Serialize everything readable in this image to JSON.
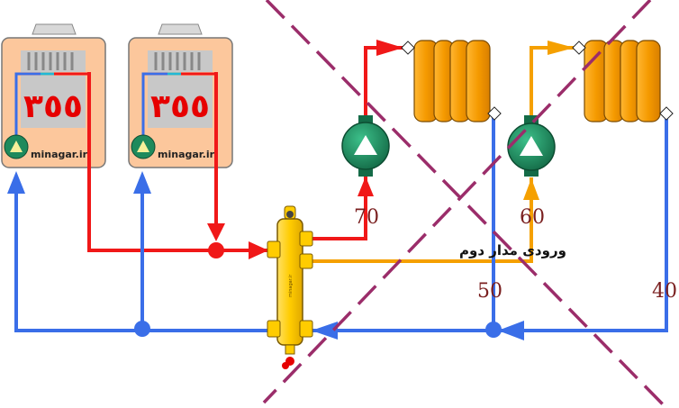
{
  "boilers": [
    {
      "brand": "minagar.ir",
      "digits": "٣٥٥"
    },
    {
      "brand": "minagar.ir",
      "digits": "٣٥٥"
    }
  ],
  "separator_label": "minagar.ir",
  "circuit_label": "ورودی مدار دوم",
  "temperatures": {
    "supply_1": "70",
    "supply_2": "60",
    "return_1": "50",
    "return_2": "40"
  },
  "colors": {
    "hot": "#f01818",
    "warm": "#f5a000",
    "cold": "#3a6ee8",
    "cross": "#9b2d6a",
    "pump": "#1e8a5c",
    "separator": "#ffcc00",
    "boiler_body": "#fcc79c",
    "radiator": "#f59a00"
  }
}
